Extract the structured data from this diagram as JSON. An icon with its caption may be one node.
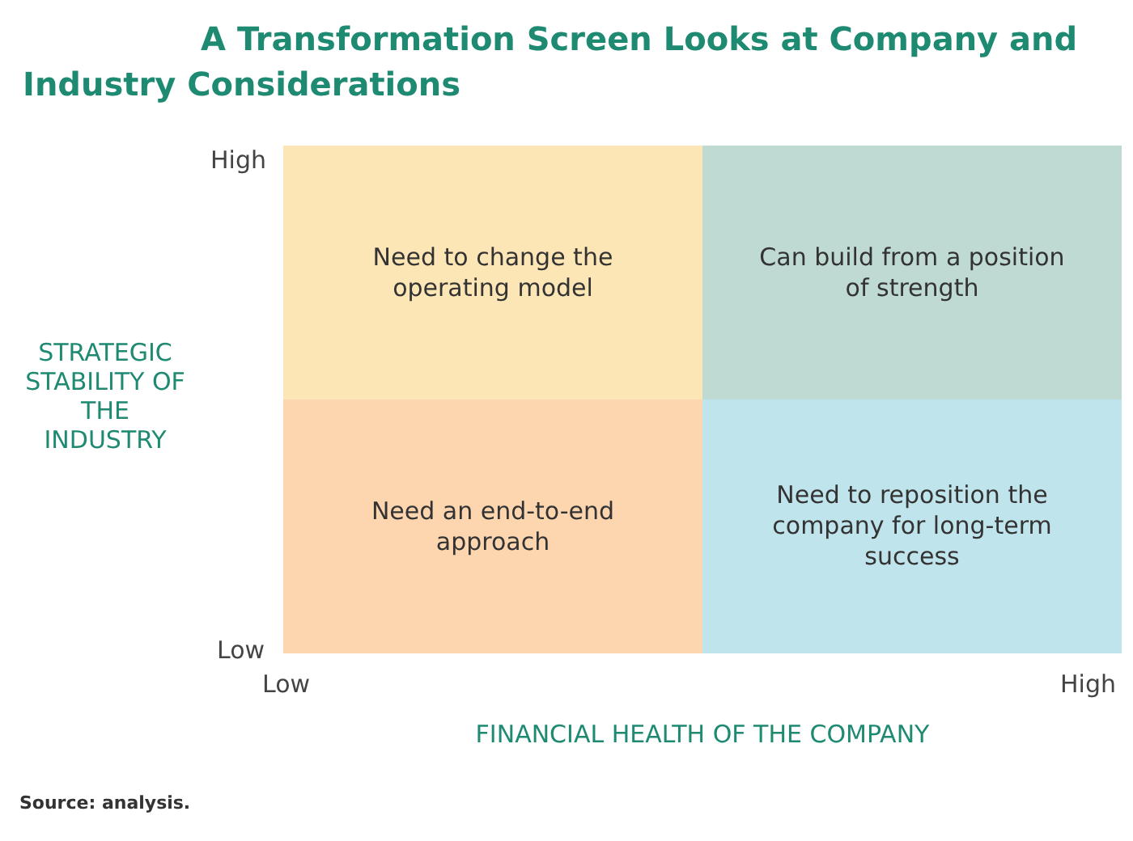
{
  "diagram": {
    "title": "A Transformation Screen Looks at Company and Industry Considerations",
    "caption": "Source: analysis.",
    "nodes": [
      {
        "text": [
          "Need to change the operating model"
        ]
      },
      {
        "text": [
          "Can build from a position of strength"
        ]
      },
      {
        "text": [
          "Need an end-to-end approach"
        ]
      },
      {
        "text": [
          "Need to reposition the company for long-term success"
        ]
      }
    ],
    "labels": [
      "High",
      "STRATEGIC STABILITY OF THE INDUSTRY",
      "Low",
      "Low",
      "High",
      "FINANCIAL HEALTH OF THE COMPANY"
    ]
  }
}
